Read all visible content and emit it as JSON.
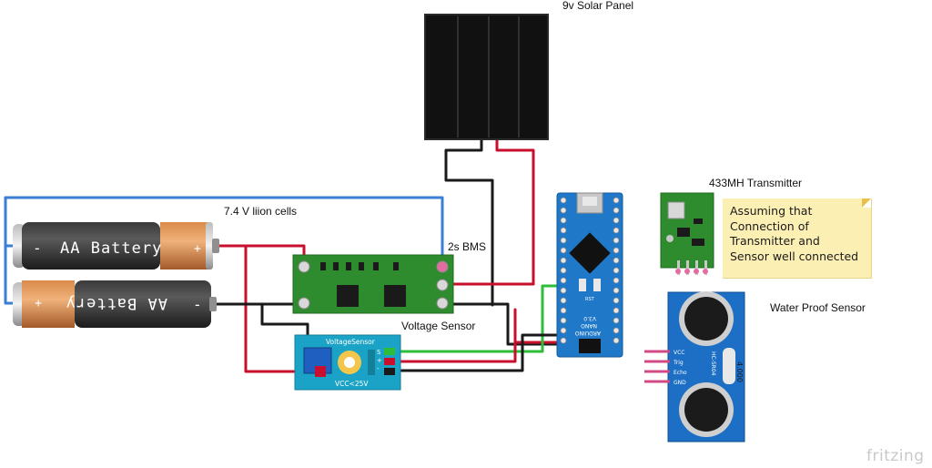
{
  "labels": {
    "solar_panel": "9v Solar Panel",
    "cells": "7.4 V liion cells",
    "bms": "2s BMS",
    "voltage_sensor": "Voltage Sensor",
    "transmitter": "433MH Transmitter",
    "waterproof_sensor": "Water Proof Sensor"
  },
  "battery": {
    "text": "AA Battery",
    "plus": "+",
    "minus": "-"
  },
  "note": {
    "lines": [
      "Assuming that",
      "Connection of",
      "Transmitter and",
      "Sensor well connected"
    ]
  },
  "voltage_module": {
    "title": "VoltageSensor",
    "caption": "VCC<25V",
    "pin_minus": "-",
    "pin_plus": "+",
    "pin_s": "S"
  },
  "ultrasonic": {
    "pins": [
      "VCC",
      "Trig",
      "Echo",
      "GND"
    ],
    "model": "HC-SR04",
    "crystal": "4.000"
  },
  "arduino": {
    "name": "ARDUINO",
    "model": "NANO",
    "version": "V3.0",
    "rst": "RST"
  },
  "brand": "fritzing",
  "colors": {
    "wire_red": "#c8102e",
    "wire_black": "#1a1a1a",
    "wire_blue": "#3a7fd5",
    "wire_green": "#2dbd3a",
    "pcb_green": "#2e8b2e",
    "arduino_blue": "#1f78c8",
    "module_teal": "#1aa3c6",
    "sensor_blue": "#1c6fc4",
    "note_yellow": "#fcefb4"
  }
}
